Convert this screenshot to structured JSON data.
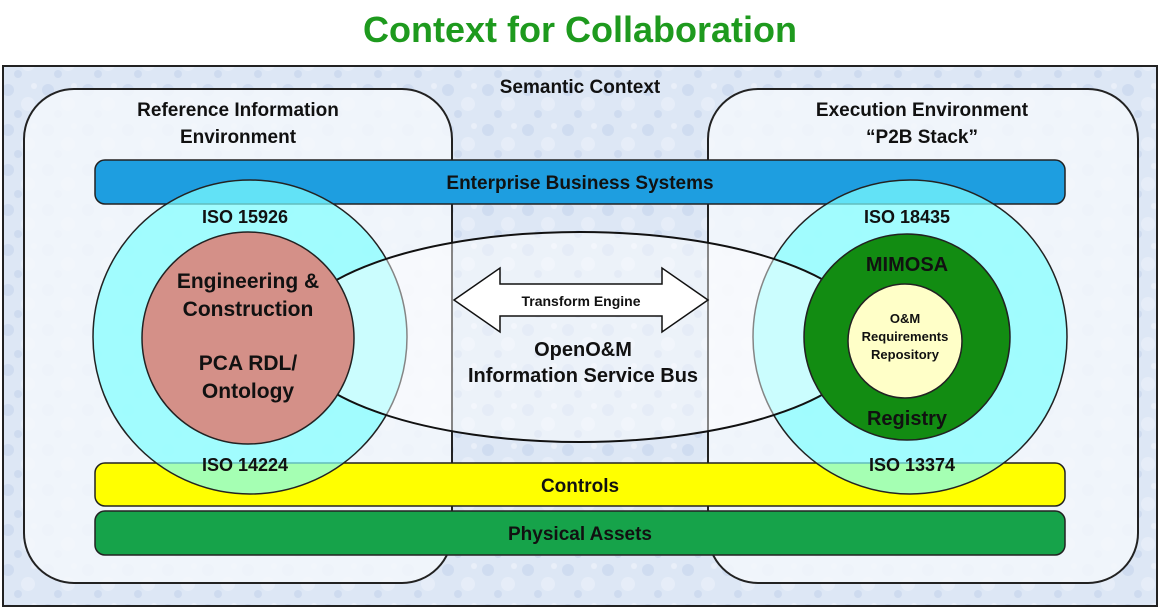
{
  "title": "Context for Collaboration",
  "semantic_context": "Semantic Context",
  "reference_env": {
    "line1": "Reference Information",
    "line2": "Environment"
  },
  "execution_env": {
    "line1": "Execution Environment",
    "line2": "“P2B Stack”"
  },
  "bands": {
    "enterprise": "Enterprise Business Systems",
    "controls": "Controls",
    "physical": "Physical Assets"
  },
  "left_circle": {
    "iso_top": "ISO 15926",
    "iso_bottom": "ISO 14224",
    "inner_line1": "Engineering &",
    "inner_line2": "Construction",
    "inner_line3": "PCA RDL/",
    "inner_line4": "Ontology"
  },
  "right_circle": {
    "iso_top": "ISO 18435",
    "iso_bottom": "ISO 13374",
    "ring_top": "MIMOSA",
    "ring_bottom": "Registry",
    "core_line1": "O&M",
    "core_line2": "Requirements",
    "core_line3": "Repository"
  },
  "bus": {
    "arrow_label": "Transform Engine",
    "line1": "OpenO&M",
    "line2": "Information Service Bus"
  },
  "colors": {
    "title": "#1e9a1e",
    "background_tint": "#d8e4f4",
    "enterprise_band": "#1e9ee0",
    "controls_band": "#ffff00",
    "physical_band": "#16a34a",
    "outer_circle": "#7fffff",
    "left_inner": "#d49088",
    "mimosa_ring": "#128c12",
    "core": "#ffffc8"
  }
}
